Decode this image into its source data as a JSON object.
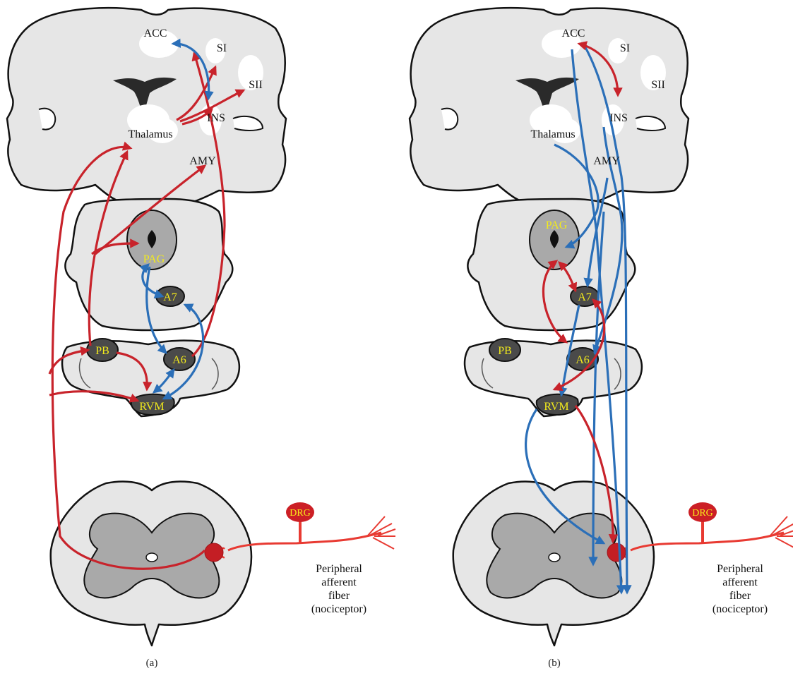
{
  "panels": [
    {
      "caption": "(a)",
      "regions": {
        "acc": "ACC",
        "si": "SI",
        "sii": "SII",
        "ins": "INS",
        "thalamus": "Thalamus",
        "amy": "AMY",
        "pag": "PAG",
        "a7": "A7",
        "pb": "PB",
        "a6": "A6",
        "rvm": "RVM",
        "drg": "DRG"
      },
      "fiber_label": [
        "Peripheral",
        "afferent",
        "fiber",
        "(nociceptor)"
      ]
    },
    {
      "caption": "(b)",
      "regions": {
        "acc": "ACC",
        "si": "SI",
        "sii": "SII",
        "ins": "INS",
        "thalamus": "Thalamus",
        "amy": "AMY",
        "pag": "PAG",
        "a7": "A7",
        "pb": "PB",
        "a6": "A6",
        "rvm": "RVM",
        "drg": "DRG"
      },
      "fiber_label": [
        "Peripheral",
        "afferent",
        "fiber",
        "(nociceptor)"
      ]
    }
  ],
  "colors": {
    "ascending": "#c8232b",
    "descending": "#2b6fb8",
    "tissue": "#e6e6e6",
    "grey_matter": "#a9a9a9",
    "nucleus": "#4a4a4a",
    "drg_fill": "#cc1f25",
    "nucleus_text": "#f2ea1c"
  }
}
